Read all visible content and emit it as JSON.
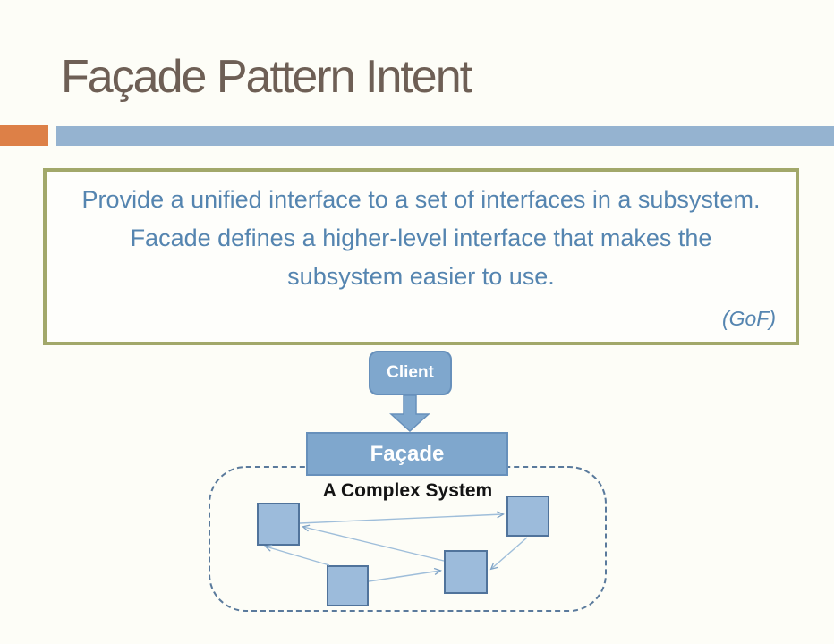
{
  "slide": {
    "title": "Façade Pattern Intent",
    "quote": {
      "text": "Provide a unified interface to a set of interfaces in a subsystem. Facade defines a higher-level interface that makes the subsystem easier to use.",
      "attribution": "(GoF)"
    },
    "diagram": {
      "client_label": "Client",
      "facade_label": "Façade",
      "system_label": "A Complex System"
    },
    "colors": {
      "background": "#FDFDF7",
      "title_brown": "#6E5F55",
      "accent_orange": "#DD8047",
      "accent_blue": "#95B3D0",
      "quote_border_olive": "#A2A86A",
      "quote_text_blue": "#5585B0",
      "shape_fill_blue": "#7FA7CD",
      "shape_border_blue": "#6790BB",
      "square_fill_blue": "#9CBBDB",
      "square_border_blue": "#50739B",
      "dashed_border_blue": "#5A7A9C",
      "system_label_black": "#141414"
    }
  }
}
